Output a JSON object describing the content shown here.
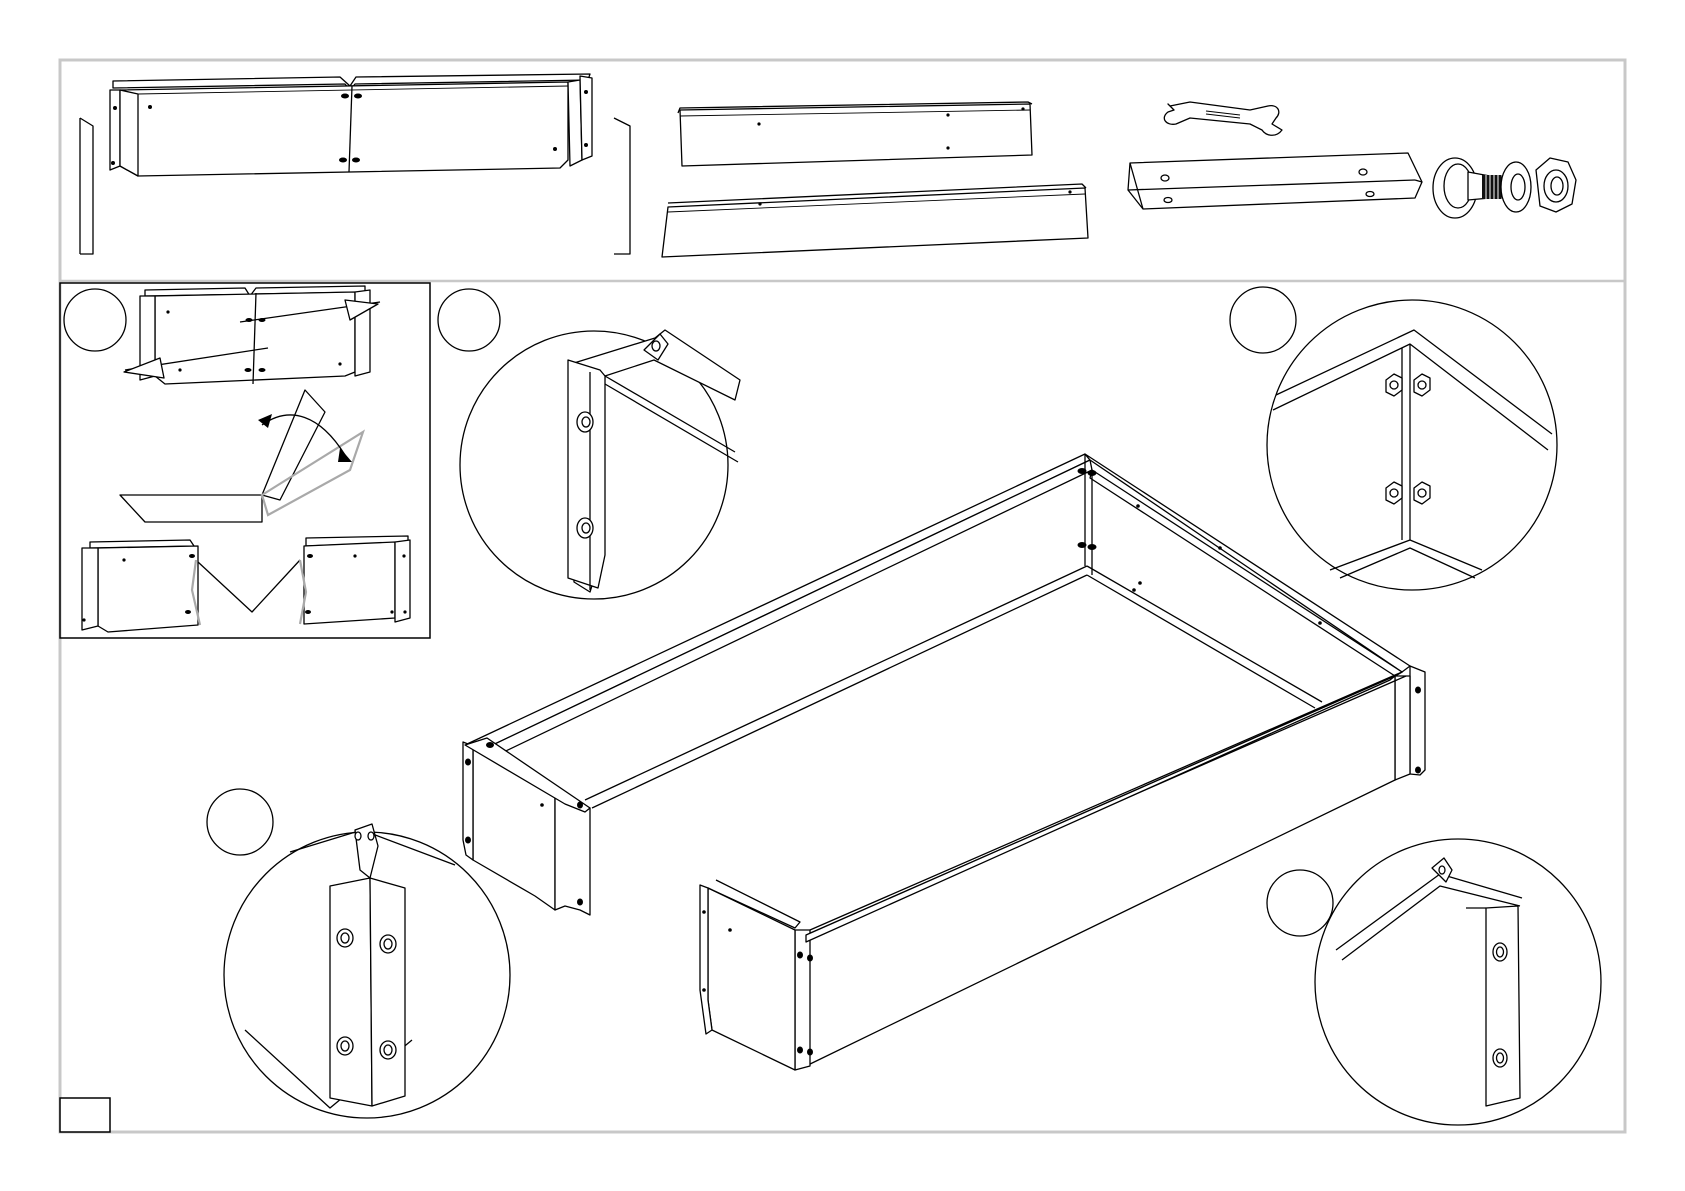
{
  "sheet": {
    "border_color": "#c8c8c8",
    "step_label": "",
    "page_number": ""
  },
  "parts": [
    {
      "name": "corner-panel-pair"
    },
    {
      "name": "short-side-panel"
    },
    {
      "name": "long-side-panel"
    },
    {
      "name": "wrench"
    },
    {
      "name": "angle-bracket"
    },
    {
      "name": "bolt-washer-nut"
    }
  ],
  "callouts": [
    "",
    "",
    "",
    "",
    ""
  ]
}
